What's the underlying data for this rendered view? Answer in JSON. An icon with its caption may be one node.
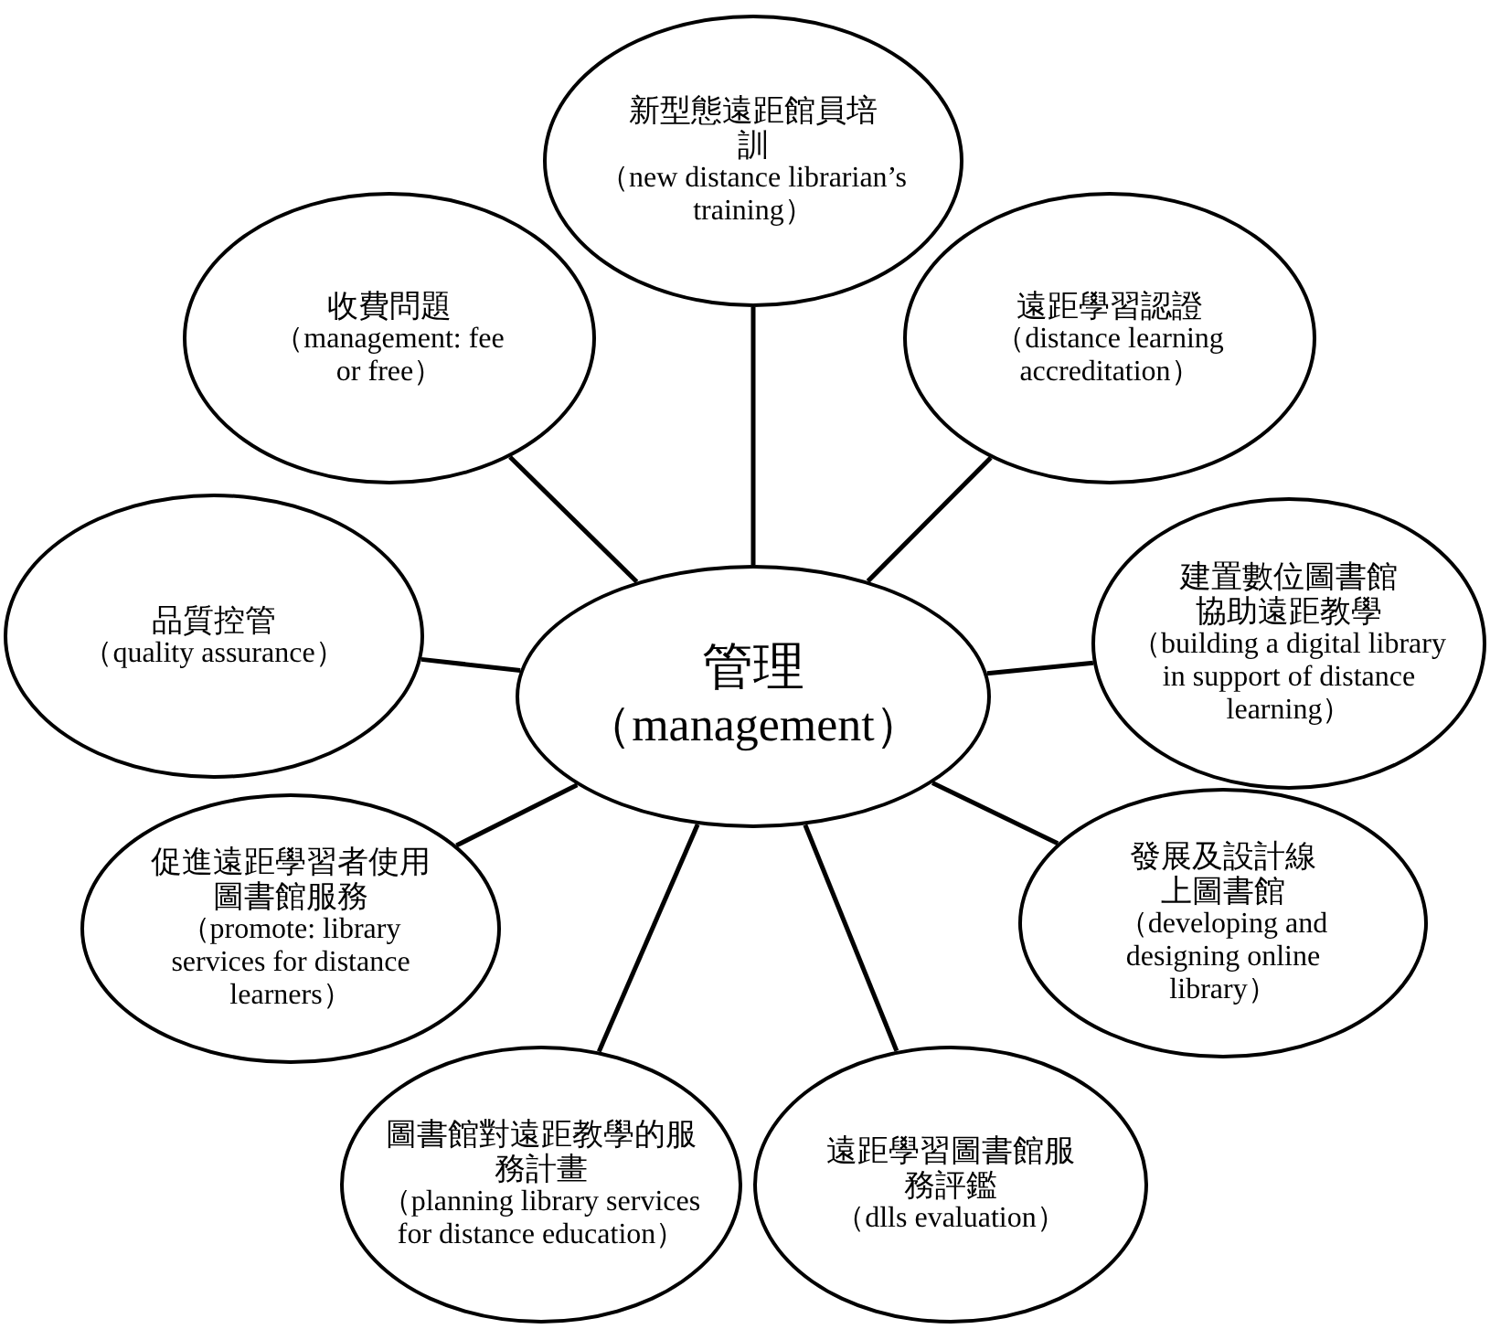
{
  "diagram": {
    "nodes": [
      {
        "text": [
          "管理",
          "（management）"
        ]
      },
      {
        "text": [
          "新型態遠距館員培訓",
          "（new distance librarian’s training）"
        ]
      },
      {
        "text": [
          "收費問題",
          "（management: fee or free）"
        ]
      },
      {
        "text": [
          "遠距學習認證",
          "（distance learning accreditation）"
        ]
      },
      {
        "text": [
          "品質控管",
          "（quality assurance）"
        ]
      },
      {
        "text": [
          "建置數位圖書館協助遠距教學",
          "（building a digital library in support of distance learning）"
        ]
      },
      {
        "text": [
          "促進遠距學習者使用圖書館服務",
          "（promote: library services for distance learners）"
        ]
      },
      {
        "text": [
          "發展及設計線上圖書館",
          "（developing and designing online library）"
        ]
      },
      {
        "text": [
          "圖書館對遠距教學的服務計畫",
          "（planning library services for distance education）"
        ]
      },
      {
        "text": [
          "遠距學習圖書館服務評鑑",
          "（dlls evaluation）"
        ]
      }
    ],
    "edges": [
      {
        "from": 0,
        "to": 1,
        "arrow": "none"
      },
      {
        "from": 0,
        "to": 2,
        "arrow": "none"
      },
      {
        "from": 0,
        "to": 3,
        "arrow": "none"
      },
      {
        "from": 0,
        "to": 4,
        "arrow": "none"
      },
      {
        "from": 0,
        "to": 5,
        "arrow": "none"
      },
      {
        "from": 0,
        "to": 6,
        "arrow": "none"
      },
      {
        "from": 0,
        "to": 7,
        "arrow": "none"
      },
      {
        "from": 0,
        "to": 8,
        "arrow": "none"
      },
      {
        "from": 0,
        "to": 9,
        "arrow": "none"
      }
    ]
  }
}
